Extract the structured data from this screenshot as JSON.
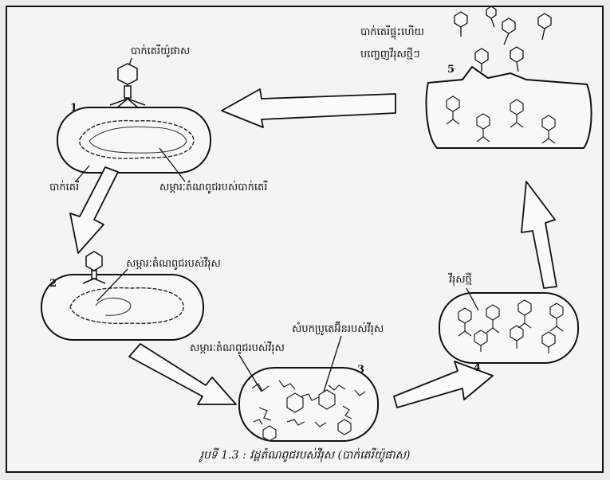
{
  "stages": [
    {
      "number": "1",
      "labels": {
        "phage": "បាក់តេរីយ៉ូផាស",
        "bacterium": "បាក់តេរី",
        "bacterial_genome": "សម្ភារៈតំណពូជរបស់បាក់តេរី"
      }
    },
    {
      "number": "2",
      "labels": {
        "viral_genome": "សម្ភារៈតំណពូជរបស់វីរុស"
      }
    },
    {
      "number": "3",
      "labels": {
        "viral_genome": "សម្ភារៈតំណពូជរបស់វីរុស",
        "capsid_parts": "សំបកប្រូតេអ៊ីនរបស់វីរុស"
      }
    },
    {
      "number": "4",
      "labels": {
        "new_viruses": "វីរុសថ្មី"
      }
    },
    {
      "number": "5",
      "labels": {
        "release_line1": "បាក់តេរីផ្ទុះហើយ",
        "release_line2": "បញ្ចេញវីរុសថ្មីៗ"
      }
    }
  ],
  "caption": "រូបទី 1.3 : វដ្តតំណពូជរបស់វីរុស (បាក់តេរីយ៉ូផាស)"
}
